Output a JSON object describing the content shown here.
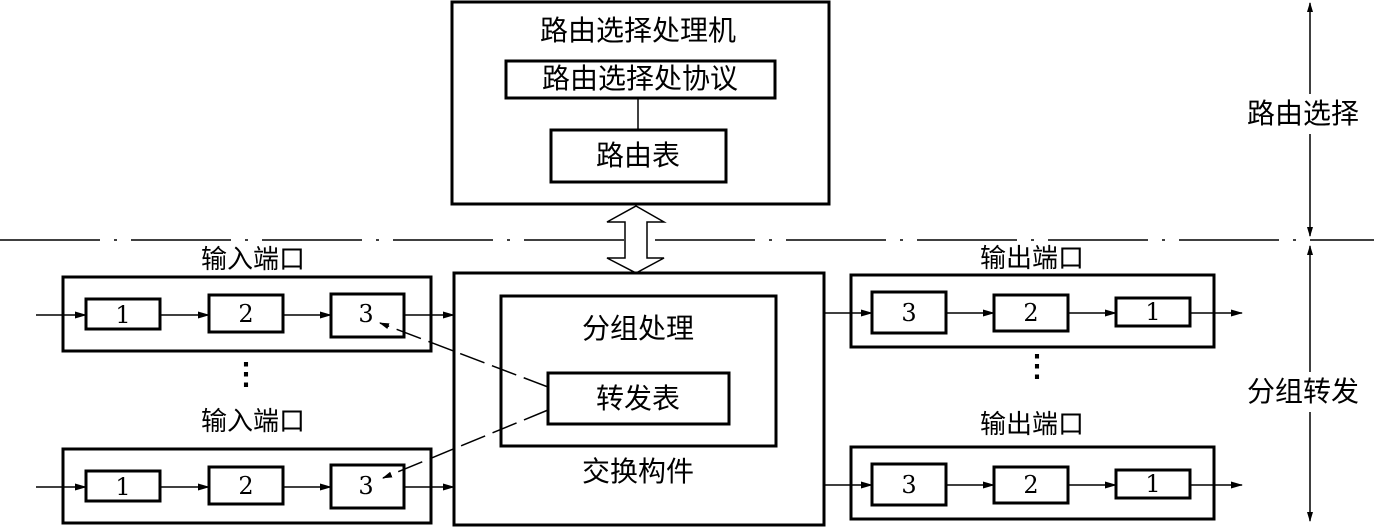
{
  "routing_processor": {
    "title": "路由选择处理机",
    "protocol": "路由选择处协议",
    "routing_table": "路由表"
  },
  "switch_fabric": {
    "label": "交换构件",
    "packet_processing": "分组处理",
    "forwarding_table": "转发表"
  },
  "input_ports": [
    {
      "label": "输入端口",
      "slots": [
        "1",
        "2",
        "3"
      ]
    },
    {
      "label": "输入端口",
      "slots": [
        "1",
        "2",
        "3"
      ]
    }
  ],
  "output_ports": [
    {
      "label": "输出端口",
      "slots": [
        "3",
        "2",
        "1"
      ]
    },
    {
      "label": "输出端口",
      "slots": [
        "3",
        "2",
        "1"
      ]
    }
  ],
  "ellipsis": "⋮",
  "layers": {
    "routing": "路由选择",
    "forwarding": "分组转发"
  }
}
